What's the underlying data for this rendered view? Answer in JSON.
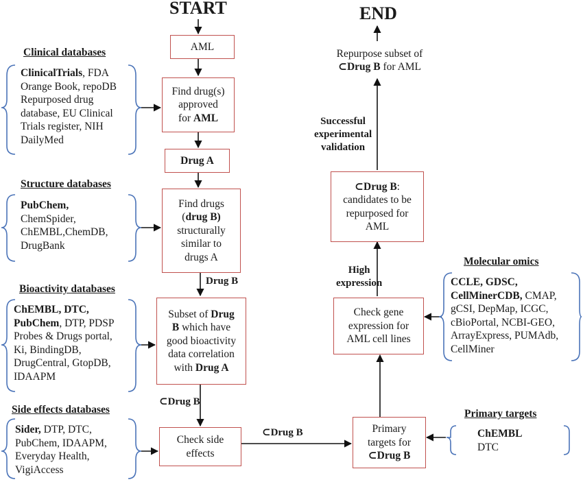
{
  "colors": {
    "box_border": "#c0504d",
    "bracket": "#4a73b8",
    "arrow": "#111111"
  },
  "start_label": "START",
  "end_label": "END",
  "left_panels": [
    {
      "title": "Clinical databases",
      "lines": [
        [
          {
            "t": "ClinicalTrials",
            "b": true
          },
          {
            "t": ", FDA"
          }
        ],
        [
          {
            "t": "Orange Book, repoDB"
          }
        ],
        [
          {
            "t": "Repurposed drug"
          }
        ],
        [
          {
            "t": "database, EU Clinical"
          }
        ],
        [
          {
            "t": "Trials register, NIH"
          }
        ],
        [
          {
            "t": "DailyMed"
          }
        ]
      ]
    },
    {
      "title": "Structure databases",
      "lines": [
        [
          {
            "t": "PubChem,",
            "b": true
          }
        ],
        [
          {
            "t": "ChemSpider,"
          }
        ],
        [
          {
            "t": "ChEMBL,ChemDB,"
          }
        ],
        [
          {
            "t": "DrugBank"
          }
        ]
      ]
    },
    {
      "title": "Bioactivity databases",
      "lines": [
        [
          {
            "t": "ChEMBL, DTC,",
            "b": true
          }
        ],
        [
          {
            "t": "PubChem",
            "b": true
          },
          {
            "t": ", DTP, PDSP"
          }
        ],
        [
          {
            "t": "Probes & Drugs portal,"
          }
        ],
        [
          {
            "t": "Ki, BindingDB,"
          }
        ],
        [
          {
            "t": "DrugCentral, GtopDB,"
          }
        ],
        [
          {
            "t": "IDAAPM"
          }
        ]
      ]
    },
    {
      "title": "Side effects databases",
      "lines": [
        [
          {
            "t": "Sider,",
            "b": true
          },
          {
            "t": " DTP, DTC,"
          }
        ],
        [
          {
            "t": "PubChem, IDAAPM,"
          }
        ],
        [
          {
            "t": "Everyday Health,"
          }
        ],
        [
          {
            "t": "VigiAccess"
          }
        ]
      ]
    }
  ],
  "right_panels": [
    {
      "title": "Molecular omics",
      "lines": [
        [
          {
            "t": "CCLE, GDSC,",
            "b": true
          }
        ],
        [
          {
            "t": "CellMinerCDB,",
            "b": true
          },
          {
            "t": " CMAP,"
          }
        ],
        [
          {
            "t": "gCSI, DepMap, ICGC,"
          }
        ],
        [
          {
            "t": "cBioPortal, NCBI-GEO,"
          }
        ],
        [
          {
            "t": "ArrayExpress, PUMAdb,"
          }
        ],
        [
          {
            "t": "CellMiner"
          }
        ]
      ]
    },
    {
      "title": "Primary targets",
      "lines": [
        [
          {
            "t": "ChEMBL",
            "b": true
          }
        ],
        [
          {
            "t": "DTC"
          }
        ]
      ]
    }
  ],
  "boxes": {
    "aml": [
      [
        {
          "t": "AML"
        }
      ]
    ],
    "find_approved": [
      [
        {
          "t": "Find drug(s)"
        }
      ],
      [
        {
          "t": "approved"
        }
      ],
      [
        {
          "t": "for "
        },
        {
          "t": "AML",
          "b": true
        }
      ]
    ],
    "drug_a": [
      [
        {
          "t": "Drug A",
          "b": true
        }
      ]
    ],
    "find_similar": [
      [
        {
          "t": "Find drugs"
        }
      ],
      [
        {
          "t": "("
        },
        {
          "t": "drug B)",
          "b": true
        }
      ],
      [
        {
          "t": "structurally"
        }
      ],
      [
        {
          "t": "similar to"
        }
      ],
      [
        {
          "t": "drugs A"
        }
      ]
    ],
    "subset": [
      [
        {
          "t": "Subset of "
        },
        {
          "t": "Drug",
          "b": true
        }
      ],
      [
        {
          "t": "B",
          "b": true
        },
        {
          "t": " which have"
        }
      ],
      [
        {
          "t": "good bioactivity"
        }
      ],
      [
        {
          "t": "data correlation"
        }
      ],
      [
        {
          "t": "with "
        },
        {
          "t": "Drug A",
          "b": true
        }
      ]
    ],
    "side_effects": [
      [
        {
          "t": "Check side"
        }
      ],
      [
        {
          "t": "effects"
        }
      ]
    ],
    "primary_targets": [
      [
        {
          "t": "Primary"
        }
      ],
      [
        {
          "t": "targets for"
        }
      ],
      [
        {
          "t": "⊂Drug B",
          "b": true
        }
      ]
    ],
    "gene_expression": [
      [
        {
          "t": "Check gene"
        }
      ],
      [
        {
          "t": "expression for"
        }
      ],
      [
        {
          "t": "AML cell lines"
        }
      ]
    ],
    "candidates": [
      [
        {
          "t": "⊂Drug B",
          "b": true
        },
        {
          "t": ":"
        }
      ],
      [
        {
          "t": "candidates to be"
        }
      ],
      [
        {
          "t": "repurposed for"
        }
      ],
      [
        {
          "t": "AML"
        }
      ]
    ],
    "repurpose": [
      [
        {
          "t": "Repurpose subset of"
        }
      ],
      [
        {
          "t": "⊂Drug B",
          "b": true
        },
        {
          "t": " for AML"
        }
      ]
    ]
  },
  "notes": {
    "drug_b": "Drug B",
    "subset_drug_b": "⊂Drug B",
    "mid_drug_b": "⊂Drug B",
    "high_expression": [
      "High",
      "expression"
    ],
    "validation": [
      "Successful",
      "experimental",
      "validation"
    ]
  }
}
